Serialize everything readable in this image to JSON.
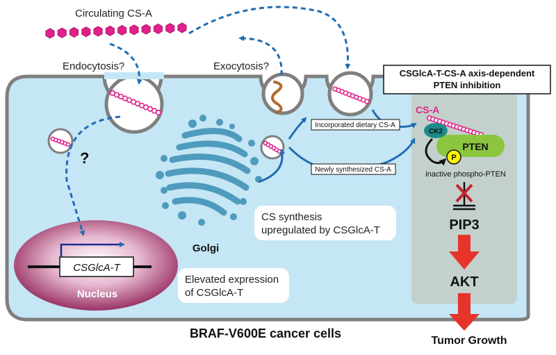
{
  "labels": {
    "circulating": "Circulating CS-A",
    "endocytosis": "Endocytosis?",
    "exocytosis": "Exocytosis?",
    "axis_box_line1": "CSGlcA-T-CS-A axis-dependent",
    "axis_box_line2": "PTEN inhibition",
    "question": "?",
    "incorporated": "Incorporated dietary CS-A",
    "newly": "Newly synthesized CS-A",
    "cs_a": "CS-A",
    "ck2": "CK2",
    "pten": "PTEN",
    "p": "P",
    "inactive": "inactive phospho-PTEN",
    "pip3": "PIP3",
    "akt": "AKT",
    "tumor": "Tumor Growth",
    "cs_synth_line1": "CS synthesis",
    "cs_synth_line2": "upregulated by CSGlcA-T",
    "golgi": "Golgi",
    "gene": "CSGlcA-T",
    "nucleus": "Nucleus",
    "elevated_line1": "Elevated expression",
    "elevated_line2": "of CSGlcA-T",
    "cell_caption": "BRAF-V600E cancer cells"
  },
  "colors": {
    "cytoplasm": "#c5e6f5",
    "membrane": "#7f7f7f",
    "pathway_panel": "#c3d0cc",
    "cs_chain": "#e0218a",
    "golgi": "#4f9bbd",
    "nucleus": "#8c1b52",
    "pten": "#8cc63f",
    "ck2": "#1d8a8a",
    "phospho": "#fff200",
    "arrow_blue": "#1f6db3",
    "arrow_red": "#e5352b"
  }
}
